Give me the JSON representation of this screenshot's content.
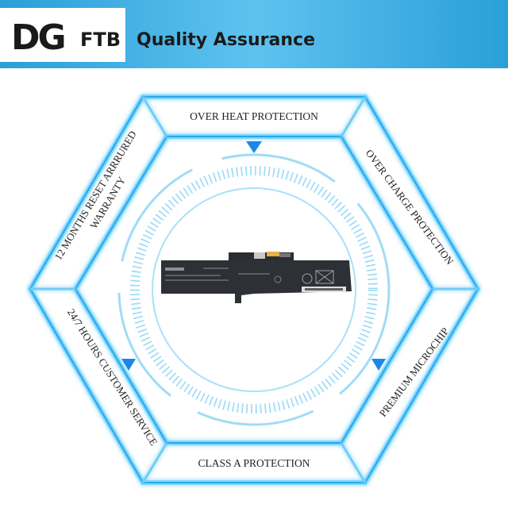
{
  "header": {
    "logo_text": "DG",
    "logo_suffix": "FTB",
    "title": "Quality Assurance"
  },
  "features": {
    "top": "OVER HEAT PROTECTION",
    "top_right": "OVER CHARGE PROTECTION",
    "bottom_right": "PREMIUM MICROCHIP",
    "bottom": "CLASS A PROTECTION",
    "bottom_left": "24/7 HOURS CUSTOMER SERVICE",
    "top_left_line1": "12 MONTHS RESET ARRRURED",
    "top_left_line2": "WARRANTY"
  },
  "colors": {
    "accent": "#1e9fe6",
    "header_band": "#3fb3e6",
    "glow": "#7fd6ff",
    "battery": "#2b2f33"
  },
  "icons": {
    "direction_marker": "triangle-down-icon"
  }
}
